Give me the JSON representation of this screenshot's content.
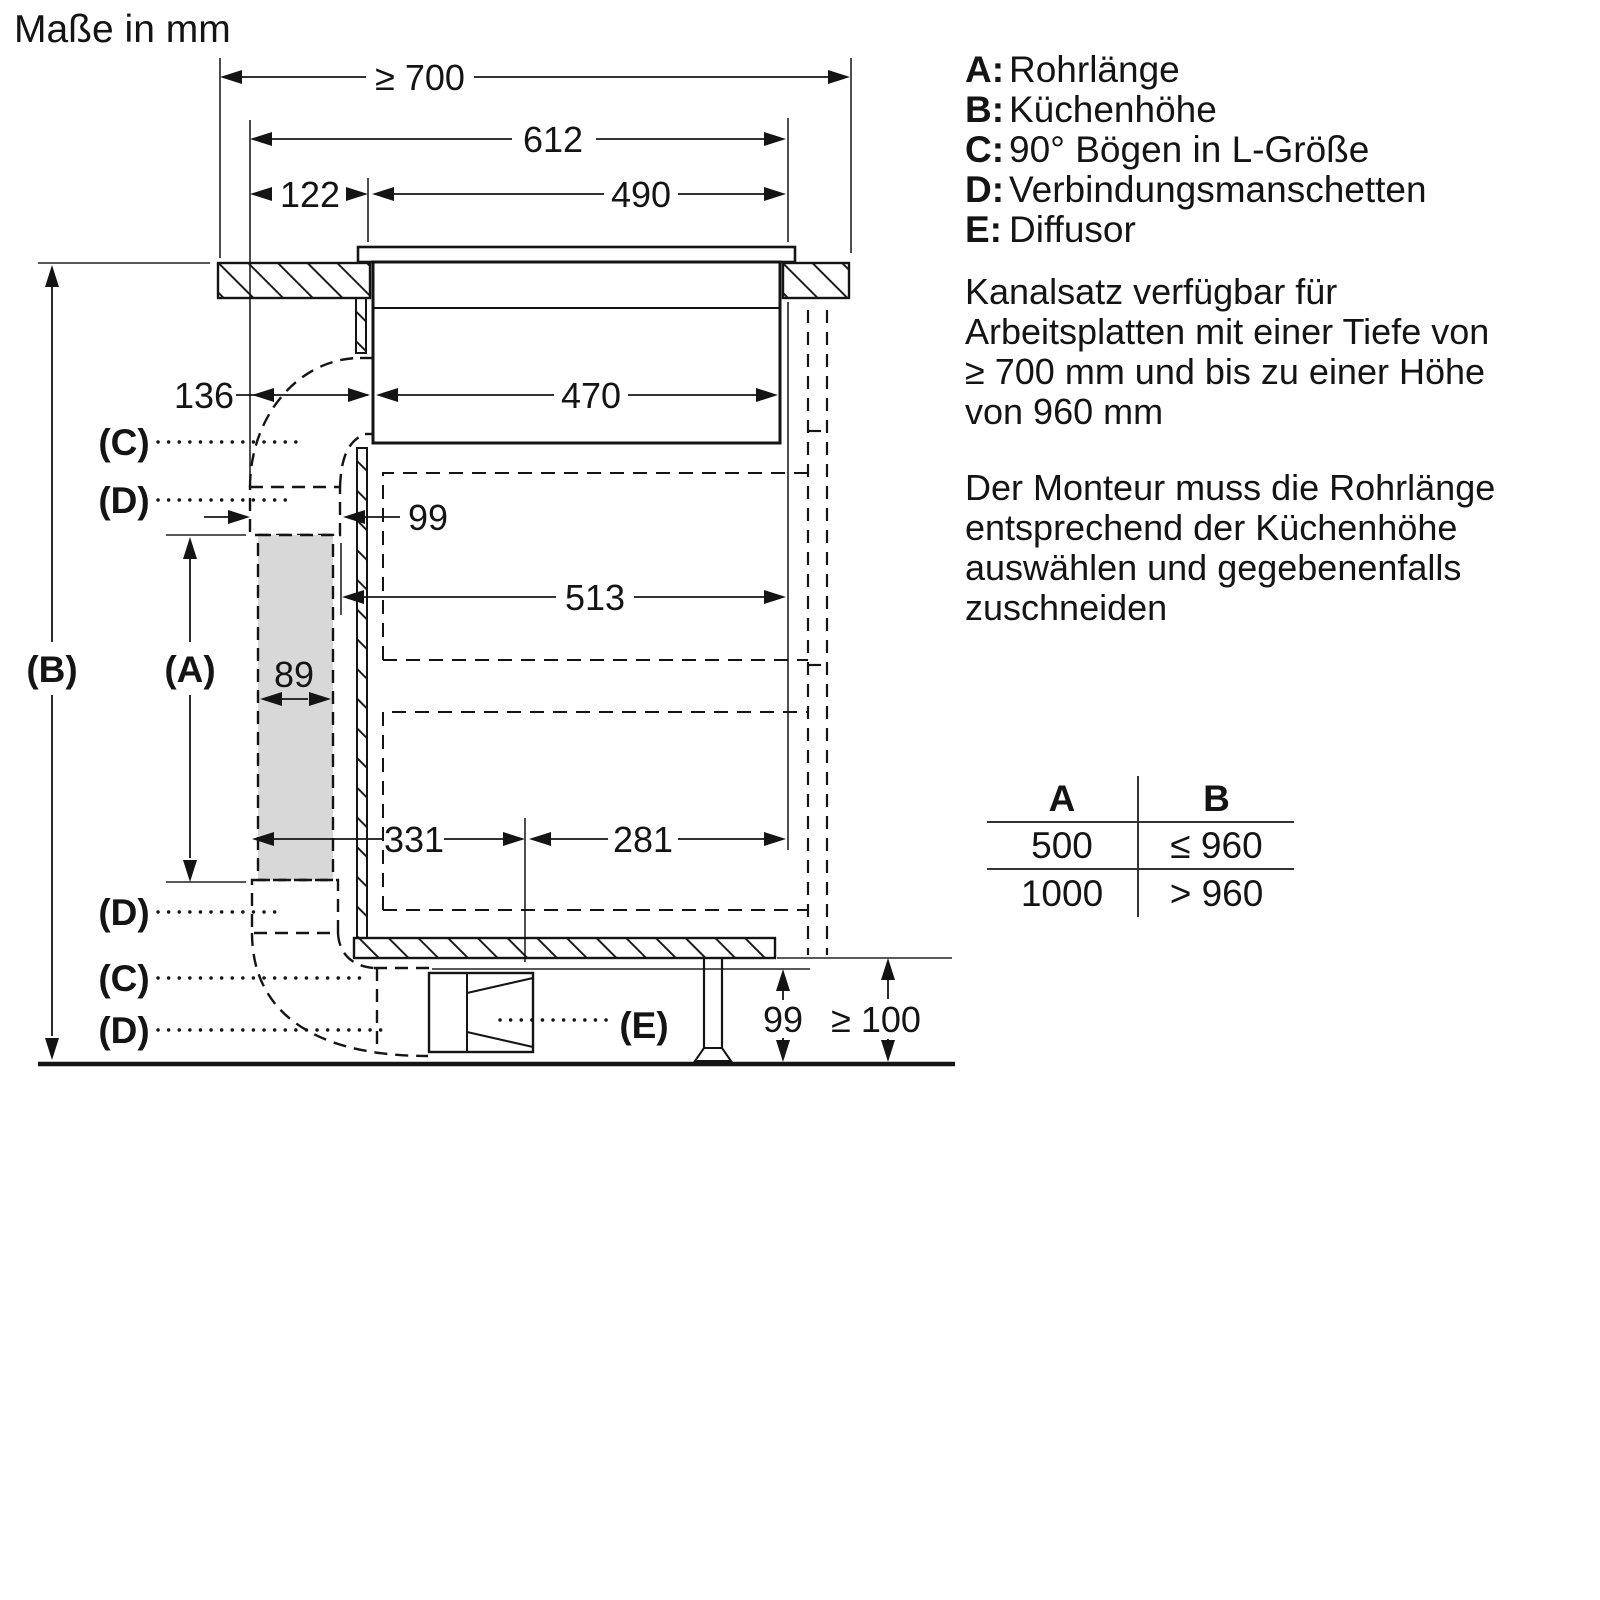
{
  "title": "Maße in mm",
  "legend": {
    "items": [
      {
        "key": "A:",
        "label": "Rohrlänge"
      },
      {
        "key": "B:",
        "label": "Küchenhöhe"
      },
      {
        "key": "C:",
        "label": "90° Bögen in L-Größe"
      },
      {
        "key": "D:",
        "label": "Verbindungsmanschetten"
      },
      {
        "key": "E:",
        "label": "Diffusor"
      }
    ]
  },
  "notes": {
    "note1_lines": [
      "Kanalsatz verfügbar für",
      "Arbeitsplatten mit einer Tiefe von",
      "≥ 700 mm und bis zu einer Höhe",
      "von 960 mm"
    ],
    "note2_lines": [
      "Der Monteur muss die Rohrlänge",
      "entsprechend der Küchenhöhe",
      "auswählen und gegebenenfalls",
      "zuschneiden"
    ]
  },
  "table": {
    "headers": [
      "A",
      "B"
    ],
    "rows": [
      [
        "500",
        "≤ 960"
      ],
      [
        "1000",
        "> 960"
      ]
    ]
  },
  "diagram": {
    "dims": {
      "worktop_depth": "≥ 700",
      "d612": "612",
      "d122": "122",
      "d490": "490",
      "d136": "136",
      "d470": "470",
      "d99_top": "99",
      "d513": "513",
      "d89": "89",
      "d331": "331",
      "d281": "281",
      "d99_bottom": "99",
      "floor_clearance": "≥ 100"
    },
    "labels": {
      "A": "(A)",
      "B": "(B)",
      "C": "(C)",
      "D": "(D)",
      "E": "(E)"
    },
    "colors": {
      "line": "#141414",
      "duct_fill": "#d8d8d8"
    }
  }
}
